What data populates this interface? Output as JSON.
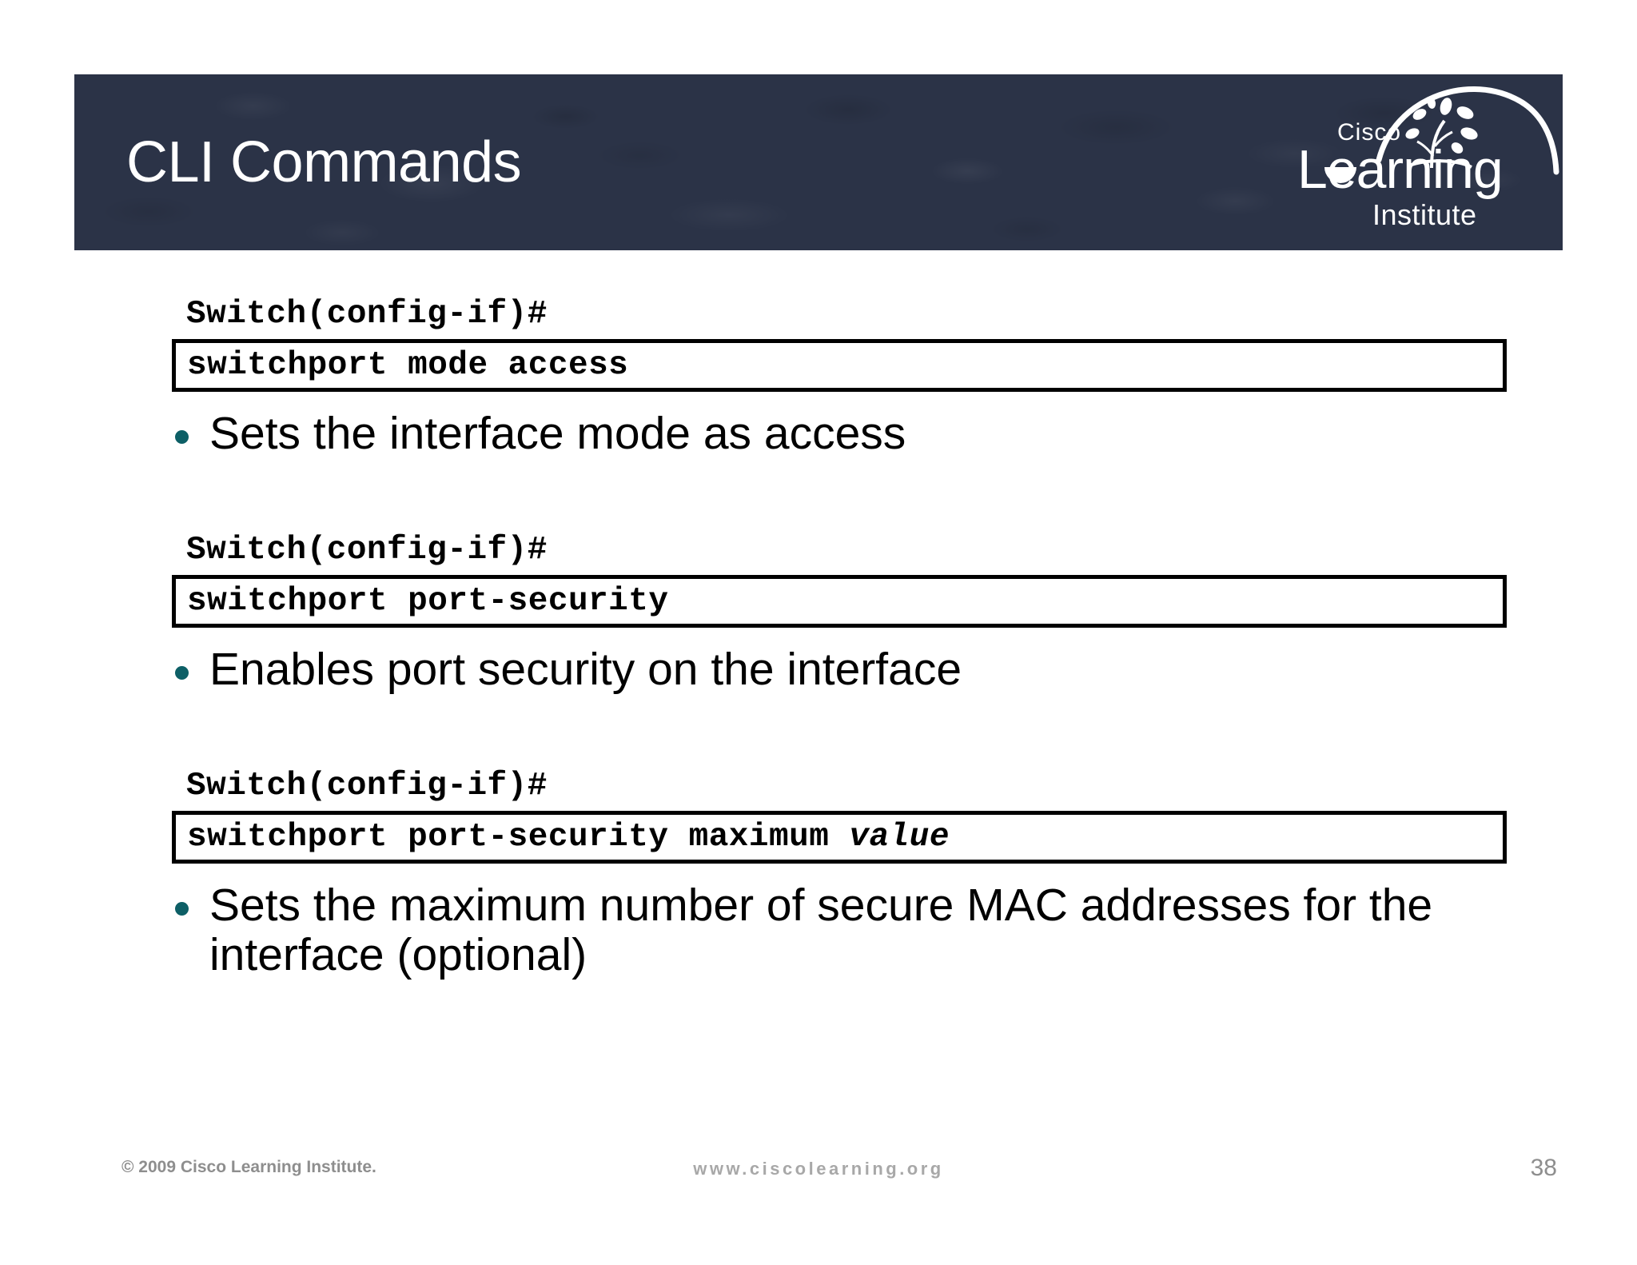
{
  "slide": {
    "title": "CLI Commands",
    "logo": {
      "brand": "Cisco",
      "name": "Learning",
      "subtitle": "Institute",
      "icon": "tree-sapling-icon",
      "arc": "arc-swoosh"
    },
    "theme": {
      "header_bg": "#2b3347",
      "title_color": "#ffffff",
      "bullet_color": "#0d5f66",
      "box_border": "#000000",
      "body_text": "#000000",
      "footer_text": "#8e8e8e",
      "page_bg": "#ffffff"
    }
  },
  "blocks": [
    {
      "prompt": "Switch(config-if)#",
      "command": "switchport mode access",
      "command_param": "",
      "description": "Sets the interface mode as access"
    },
    {
      "prompt": "Switch(config-if)#",
      "command": "switchport port-security",
      "command_param": "",
      "description": "Enables port security on the interface"
    },
    {
      "prompt": "Switch(config-if)#",
      "command": "switchport port-security maximum ",
      "command_param": "value",
      "description": "Sets the maximum number of secure MAC addresses for the interface (optional)"
    }
  ],
  "footer": {
    "copyright": "© 2009 Cisco Learning Institute.",
    "url": "www.ciscolearning.org",
    "page_number": "38"
  }
}
